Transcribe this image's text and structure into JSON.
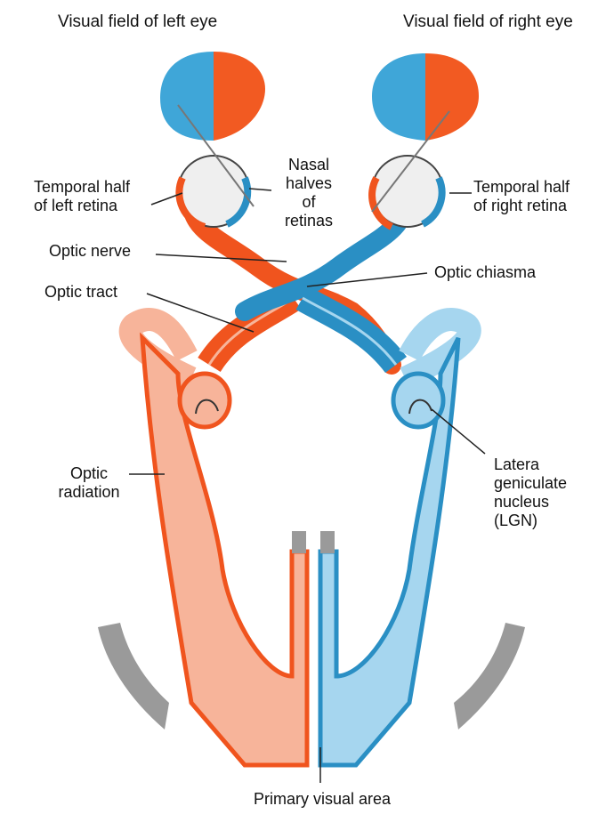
{
  "headings": {
    "left_field": "Visual field of left eye",
    "right_field": "Visual field of right eye"
  },
  "labels": {
    "temporal_left": [
      "Temporal half",
      "of left retina"
    ],
    "nasal": [
      "Nasal",
      "halves",
      "of",
      "retinas"
    ],
    "temporal_right": [
      "Temporal half",
      "of right retina"
    ],
    "optic_nerve": "Optic nerve",
    "optic_chiasma": "Optic chiasma",
    "optic_tract": "Optic tract",
    "optic_radiation": [
      "Optic",
      "radiation"
    ],
    "lgn": [
      "Latera",
      "geniculate",
      "nucleus",
      "(LGN)"
    ],
    "primary_visual_area": "Primary visual  area"
  },
  "colors": {
    "left_pathway": "#f0541e",
    "left_pathway_light": "#f7b49a",
    "right_pathway": "#2a8fc4",
    "right_pathway_light": "#a6d6ef",
    "field_blue": "#3fa6d8",
    "field_orange": "#f25a22",
    "cortex_gray": "#9a9a9a"
  }
}
